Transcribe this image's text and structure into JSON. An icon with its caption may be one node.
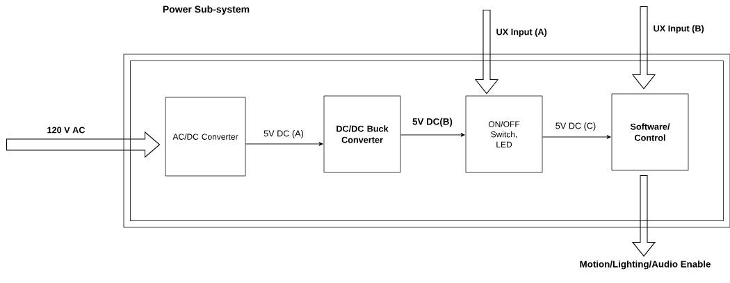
{
  "diagram": {
    "nodes": [
      {
        "text": [
          "Power Sub-system"
        ]
      },
      {
        "text": [
          "AC/DC Converter"
        ],
        "in": 0
      },
      {
        "text": [
          "DC/DC Buck Converter"
        ],
        "in": 0
      },
      {
        "text": [
          "ON/OFF Switch, LED"
        ],
        "in": 0
      },
      {
        "text": [
          "Software/ Control"
        ],
        "in": 0
      }
    ],
    "edges": [
      {
        "from": null,
        "to": 1,
        "arrow": "to",
        "label": "120 V AC",
        "style": "thick"
      },
      {
        "from": 1,
        "to": 2,
        "arrow": "to",
        "label": "5V DC (A)"
      },
      {
        "from": 2,
        "to": 3,
        "arrow": "to",
        "label": "5V DC(B)"
      },
      {
        "from": 3,
        "to": 4,
        "arrow": "to",
        "label": "5V DC (C)"
      },
      {
        "from": null,
        "to": 3,
        "arrow": "to",
        "label": "UX Input (A)",
        "style": "thick"
      },
      {
        "from": null,
        "to": 4,
        "arrow": "to",
        "label": "UX Input (B)",
        "style": "thick"
      },
      {
        "from": 4,
        "to": null,
        "arrow": "to",
        "label": "Motion/Lighting/Audio Enable",
        "style": "thick"
      }
    ]
  }
}
